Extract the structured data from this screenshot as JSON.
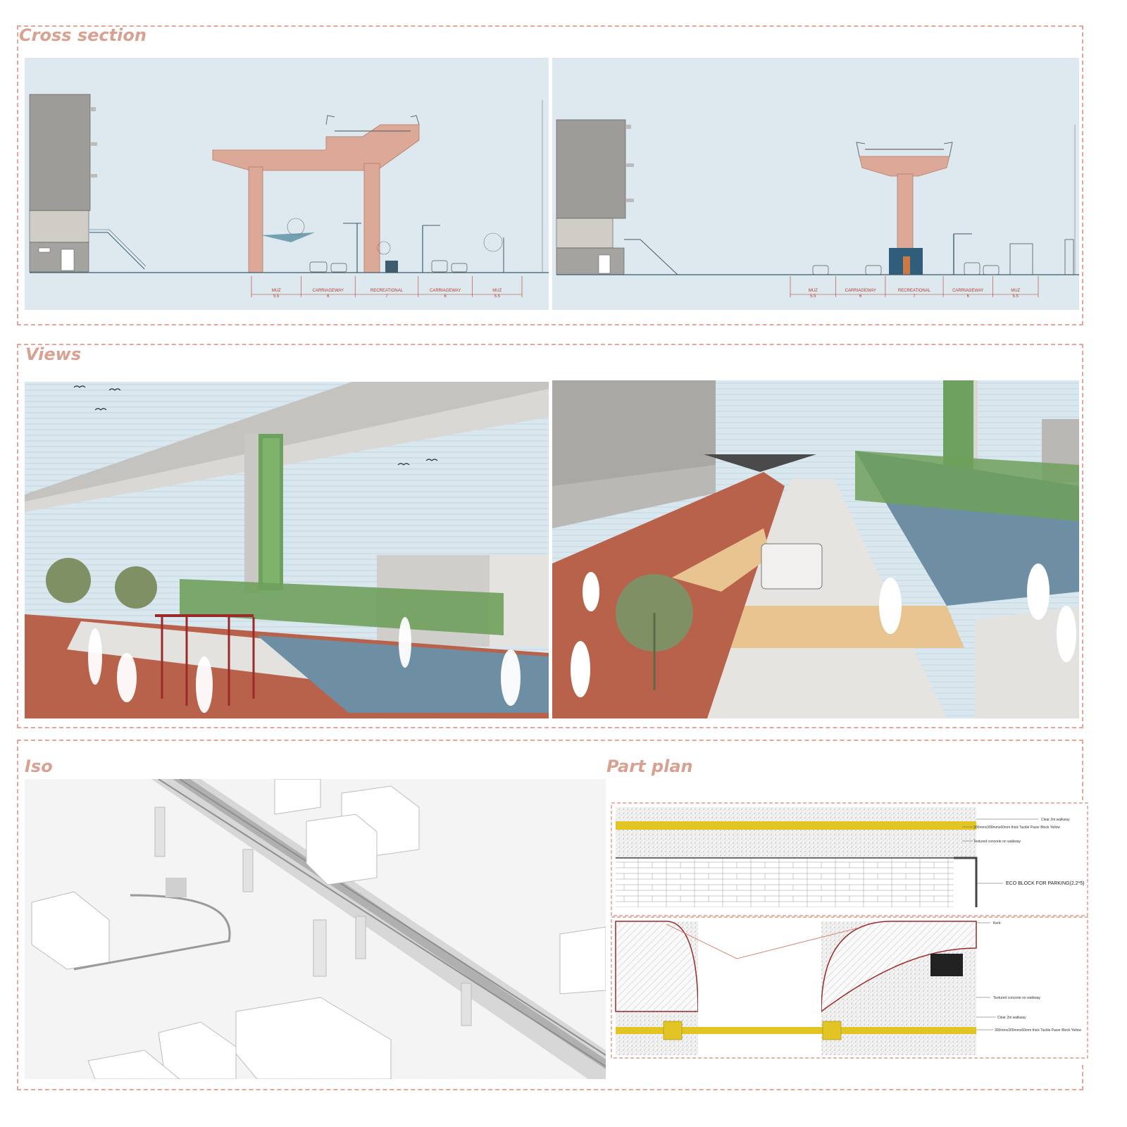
{
  "sections": {
    "cross_section": {
      "title": "Cross section"
    },
    "views": {
      "title": "Views"
    },
    "iso": {
      "title": "Iso"
    },
    "part_plan": {
      "title": "Part plan"
    }
  },
  "cross_section_labels": {
    "left": [
      "MUZ",
      "CARRIAGEWAY",
      "RECREATIONAL",
      "CARRIAGEWAY",
      "MUZ"
    ],
    "right": [
      "MUZ",
      "CARRIAGEWAY",
      "RECREATIONAL",
      "CARRIAGEWAY",
      "MUZ"
    ],
    "dims_left": [
      "5.5",
      "6",
      "7",
      "6",
      "5.5"
    ],
    "dims_right": [
      "5.5",
      "6",
      "7",
      "6",
      "5.5"
    ]
  },
  "part_plan_notes": {
    "clear_walkway_top": "Clear 2m walkway",
    "tactile_top": "300mmx300mmx60mm thick Tactile Paver Block Yellow",
    "textured_top": "Textured concrete on walkway",
    "eco_block": "ECO BLOCK FOR PARKING(2.2*5)",
    "kerb": "Kerb",
    "textured_bottom": "Textured concrete on walkway",
    "clear_walkway_bottom": "Clear 2m walkway",
    "tactile_bottom": "300mmx300mmx60mm thick Tactile Paver Block Yellow"
  },
  "colors": {
    "frame_dash": "#e3a89a",
    "title": "#d9a191",
    "metro_structure": "#dca999",
    "sky": "#dde9ee",
    "building": "#9e9c98",
    "footpath": "#b8624b",
    "recreational": "#6e8fa3",
    "tactile": "#e2c524"
  }
}
